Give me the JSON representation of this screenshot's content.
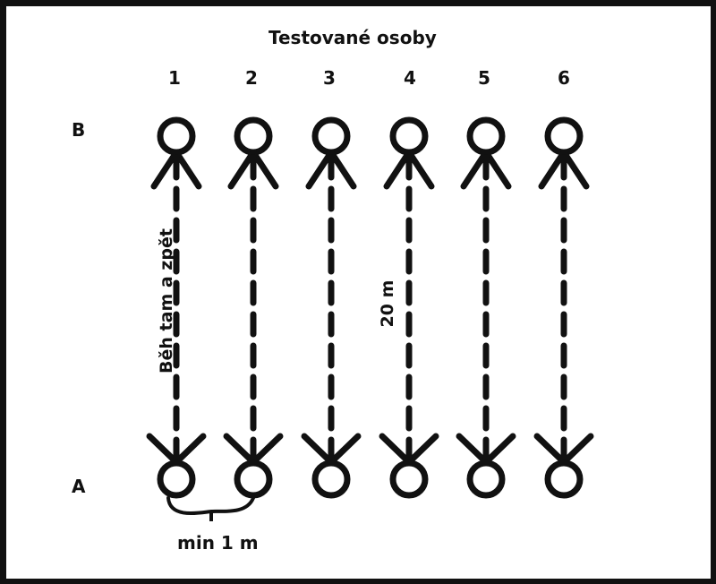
{
  "title": "Testované osoby",
  "subjects": [
    "1",
    "2",
    "3",
    "4",
    "5",
    "6"
  ],
  "row_b_label": "B",
  "row_a_label": "A",
  "run_label": "Běh tam a zpět",
  "distance_label": "20 m",
  "spacing_label": "min 1 m",
  "colors": {
    "ink": "#111111",
    "background": "#ffffff"
  }
}
